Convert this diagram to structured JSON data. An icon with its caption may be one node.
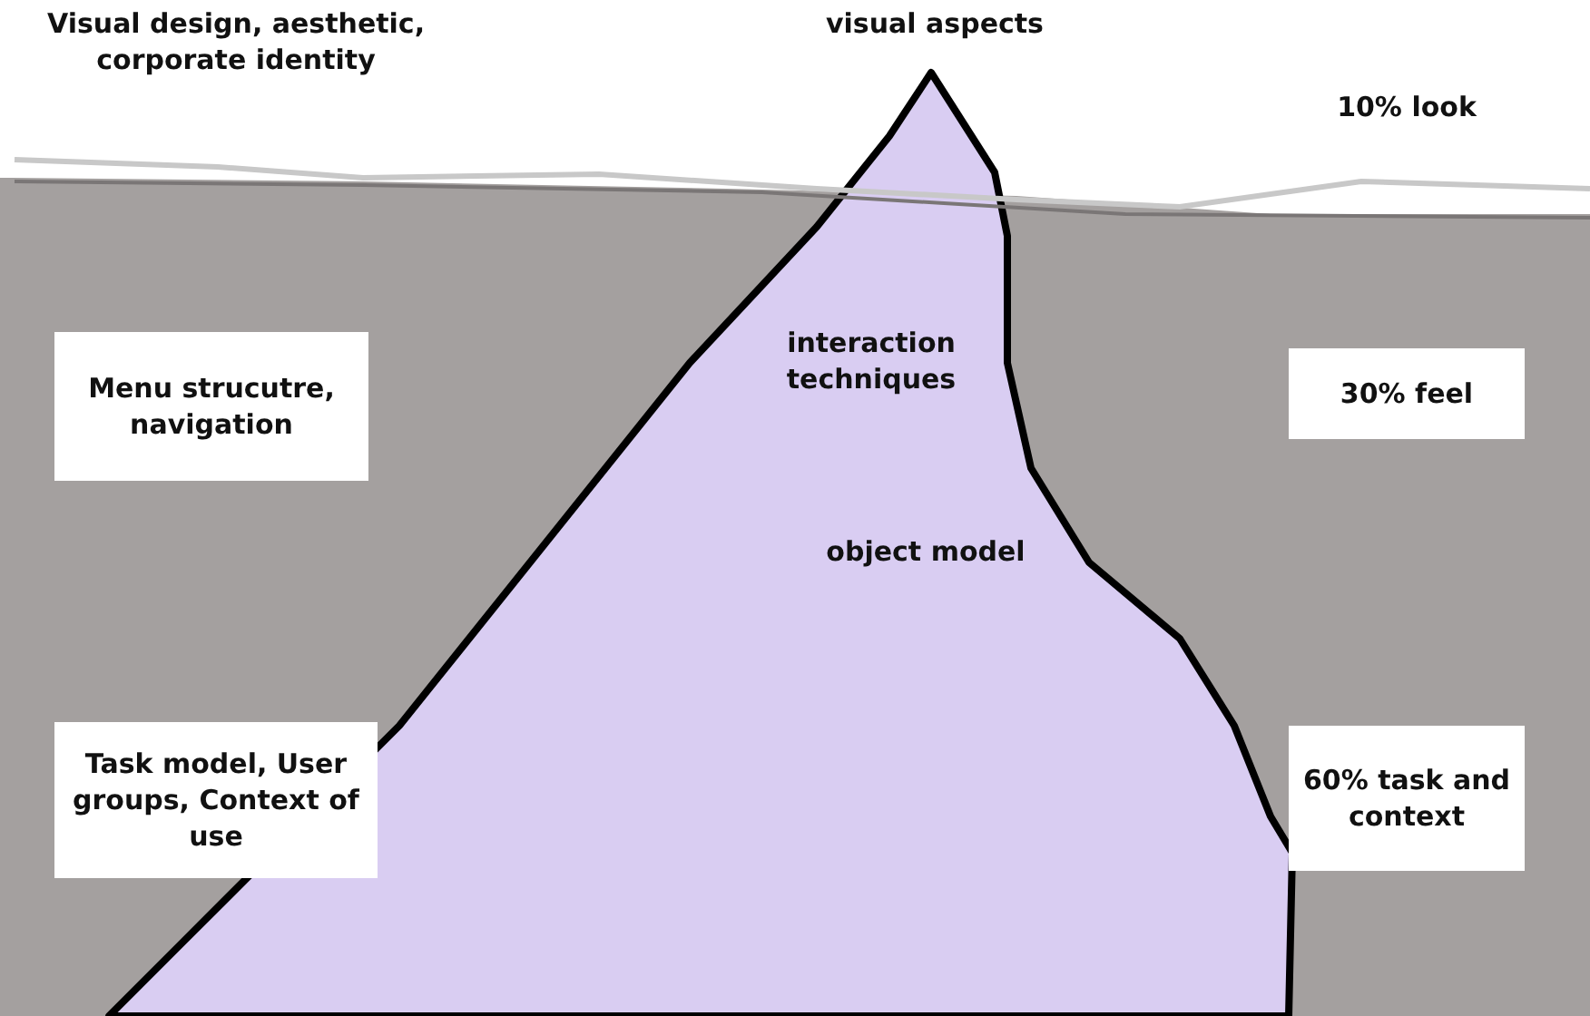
{
  "diagram": {
    "nodes": [
      {
        "text": [
          "Menu strucutre, navigation"
        ]
      },
      {
        "text": [
          "30% feel"
        ]
      },
      {
        "text": [
          "Task model, User groups, Context of use"
        ]
      },
      {
        "text": [
          "60% task and context"
        ]
      }
    ],
    "labels": [
      "Visual design, aesthetic, corporate identity",
      "visual aspects",
      "10% look",
      "interaction techniques",
      "object model"
    ]
  }
}
